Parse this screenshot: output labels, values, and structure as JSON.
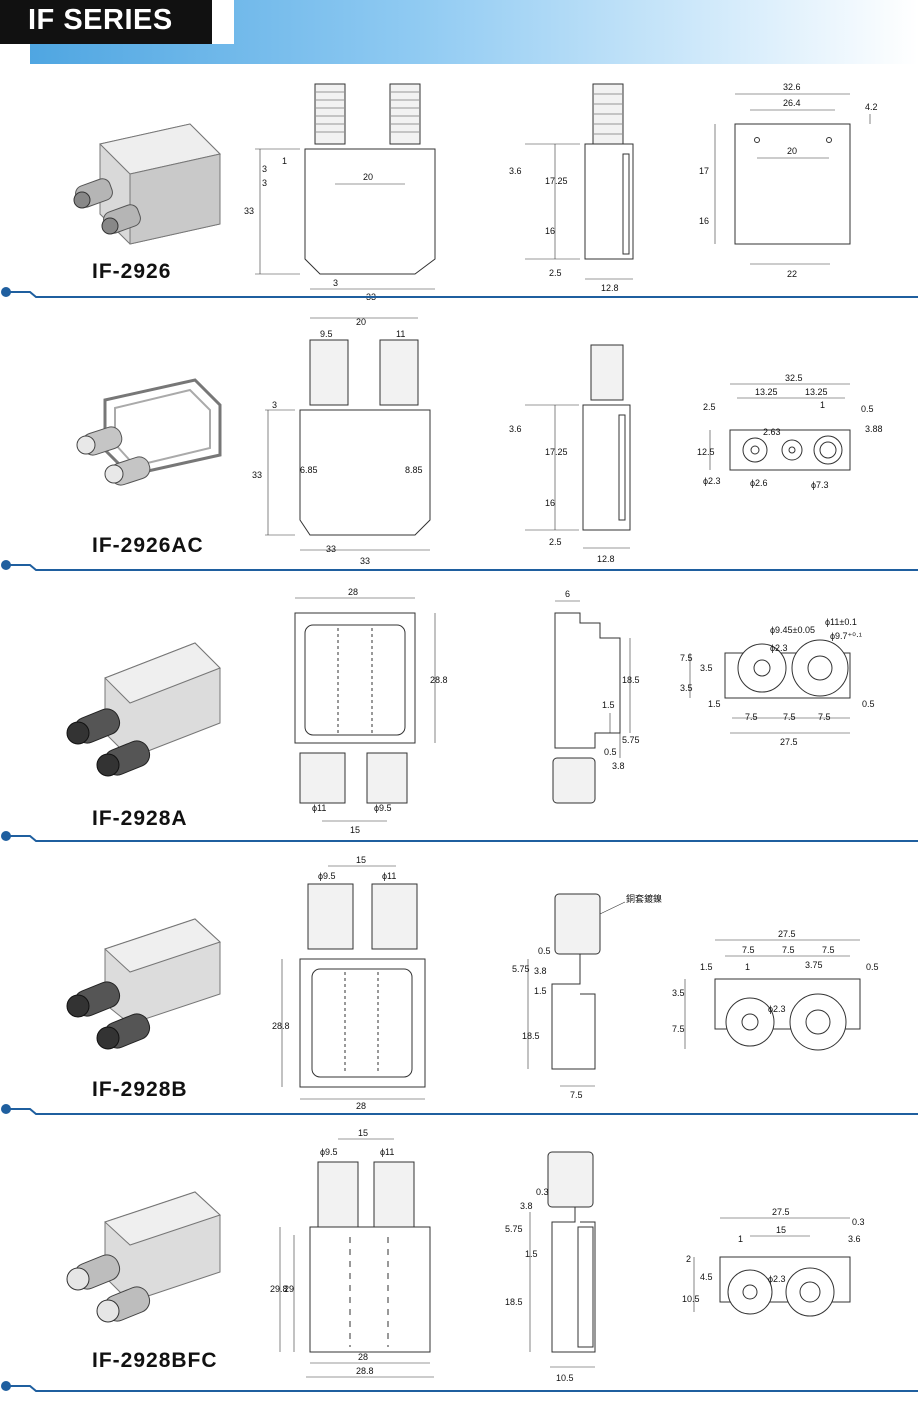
{
  "header": {
    "title": "IF SERIES"
  },
  "products": [
    {
      "model": "IF-2926",
      "front": [
        "3",
        "1",
        "3",
        "20",
        "33",
        "3",
        "33"
      ],
      "side": [
        "3.6",
        "17.25",
        "16",
        "2.5",
        "12.8"
      ],
      "bottom": [
        "32.6",
        "26.4",
        "4.2",
        "17",
        "20",
        "16",
        "22"
      ]
    },
    {
      "model": "IF-2926AC",
      "front": [
        "20",
        "9.5",
        "11",
        "3",
        "33",
        "6.85",
        "8.85",
        "33",
        "33"
      ],
      "side": [
        "3.6",
        "17.25",
        "16",
        "2.5",
        "12.8"
      ],
      "bottom": [
        "32.5",
        "13.25",
        "13.25",
        "1",
        "0.5",
        "2.5",
        "2.63",
        "3.88",
        "12.5",
        "ϕ2.3",
        "ϕ2.6",
        "ϕ7.3"
      ]
    },
    {
      "model": "IF-2928A",
      "front": [
        "28",
        "28.8",
        "ϕ11",
        "ϕ9.5",
        "15"
      ],
      "side": [
        "6",
        "18.5",
        "1.5",
        "5.75",
        "0.5",
        "3.8"
      ],
      "bottom": [
        "ϕ9.45±0.05",
        "ϕ11±0.1",
        "ϕ9.7⁺⁰·¹",
        "ϕ2.3",
        "7.5",
        "3.5",
        "3.5",
        "1.5",
        "7.5",
        "7.5",
        "7.5",
        "0.5",
        "27.5"
      ]
    },
    {
      "model": "IF-2928B",
      "front": [
        "15",
        "ϕ9.5",
        "ϕ11",
        "28.8",
        "28"
      ],
      "side": [
        "銅套鍍鎳",
        "0.5",
        "5.75",
        "3.8",
        "1.5",
        "18.5",
        "7.5"
      ],
      "bottom": [
        "27.5",
        "7.5",
        "7.5",
        "7.5",
        "1.5",
        "1",
        "3.75",
        "0.5",
        "3.5",
        "ϕ2.3",
        "7.5"
      ]
    },
    {
      "model": "IF-2928BFC",
      "front": [
        "15",
        "ϕ9.5",
        "ϕ11",
        "29.8",
        "29",
        "28",
        "28.8"
      ],
      "side": [
        "0.3",
        "3.8",
        "5.75",
        "1.5",
        "18.5",
        "10.5"
      ],
      "bottom": [
        "27.5",
        "0.3",
        "15",
        "1",
        "3.6",
        "2",
        "4.5",
        "10.5",
        "ϕ2.3"
      ]
    }
  ]
}
